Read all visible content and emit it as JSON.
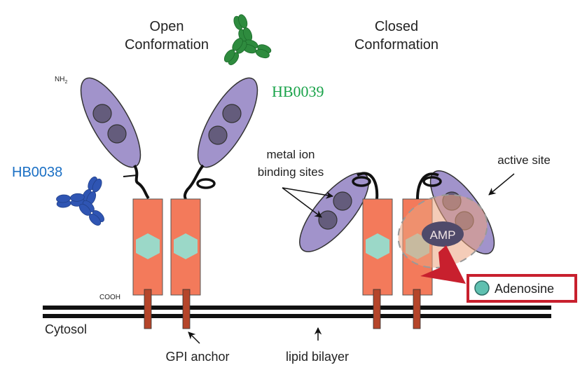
{
  "titles": {
    "open": [
      "Open",
      "Conformation"
    ],
    "closed": [
      "Closed",
      "Conformation"
    ]
  },
  "labels": {
    "nh2": "NH",
    "nh2_sub": "2",
    "cooh": "COOH",
    "cytosol": "Cytosol",
    "gpi_anchor": "GPI anchor",
    "lipid_bilayer": "lipid bilayer",
    "metal_ion": [
      "metal ion",
      "binding sites"
    ],
    "active_site": "active site",
    "amp": "AMP",
    "adenosine": "Adenosine"
  },
  "antibodies": {
    "hb0038": {
      "name": "HB0038",
      "color": "#1a6fc4"
    },
    "hb0039": {
      "name": "HB0039",
      "color": "#1aa34a"
    }
  },
  "colors": {
    "domain_fill": "#a193cb",
    "domain_site": "#645c7c",
    "stalk_fill": "#f37a5b",
    "hexagon": "#9bd8c8",
    "anchor": "#b5452a",
    "membrane": "#111111",
    "adenosine_box": "#c8202e",
    "adenosine_dot": "#5fc0b0",
    "amp_fill": "#4f4a6a",
    "active_site_halo": "#eba27e"
  }
}
